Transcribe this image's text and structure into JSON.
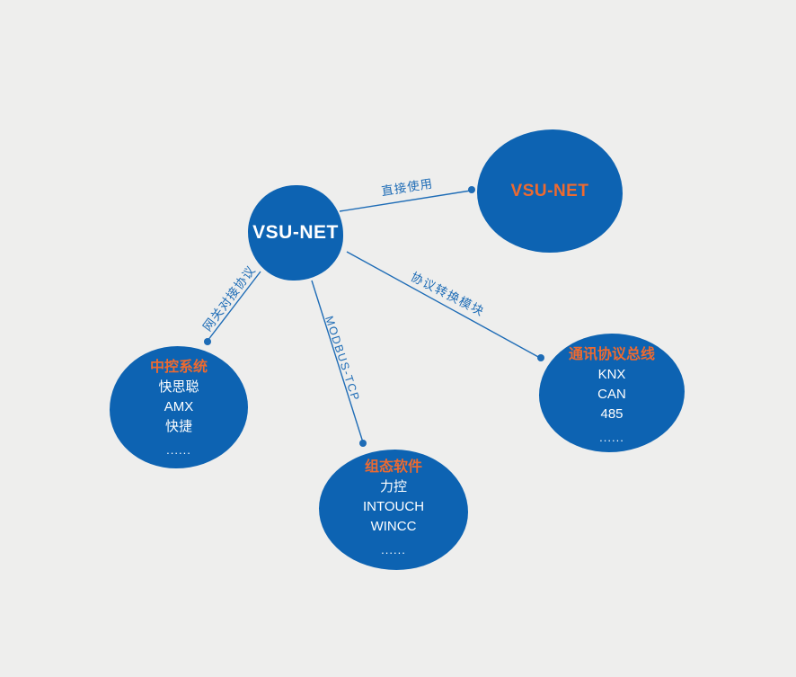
{
  "colors": {
    "background": "#eeeeed",
    "node_fill": "#0d63b2",
    "edge_blue": "#1e6cb6",
    "accent_orange": "#ed6a30",
    "node_text": "#ffffff"
  },
  "diagram": {
    "center_node": {
      "label": "VSU-NET"
    },
    "nodes": {
      "direct": {
        "title": "VSU-NET"
      },
      "central_control": {
        "title": "中控系统",
        "items": [
          "快思聪",
          "AMX",
          "快捷",
          "......"
        ]
      },
      "scada": {
        "title": "组态软件",
        "items": [
          "力控",
          "INTOUCH",
          "WINCC",
          "......"
        ]
      },
      "bus": {
        "title": "通讯协议总线",
        "items": [
          "KNX",
          "CAN",
          "485",
          "......"
        ]
      }
    },
    "edges": {
      "direct_use": {
        "label": "直接使用"
      },
      "gateway": {
        "label": "网关对接协议"
      },
      "modbus": {
        "label": "MODBUS-TCP"
      },
      "converter": {
        "label": "协议转换模块"
      }
    }
  }
}
